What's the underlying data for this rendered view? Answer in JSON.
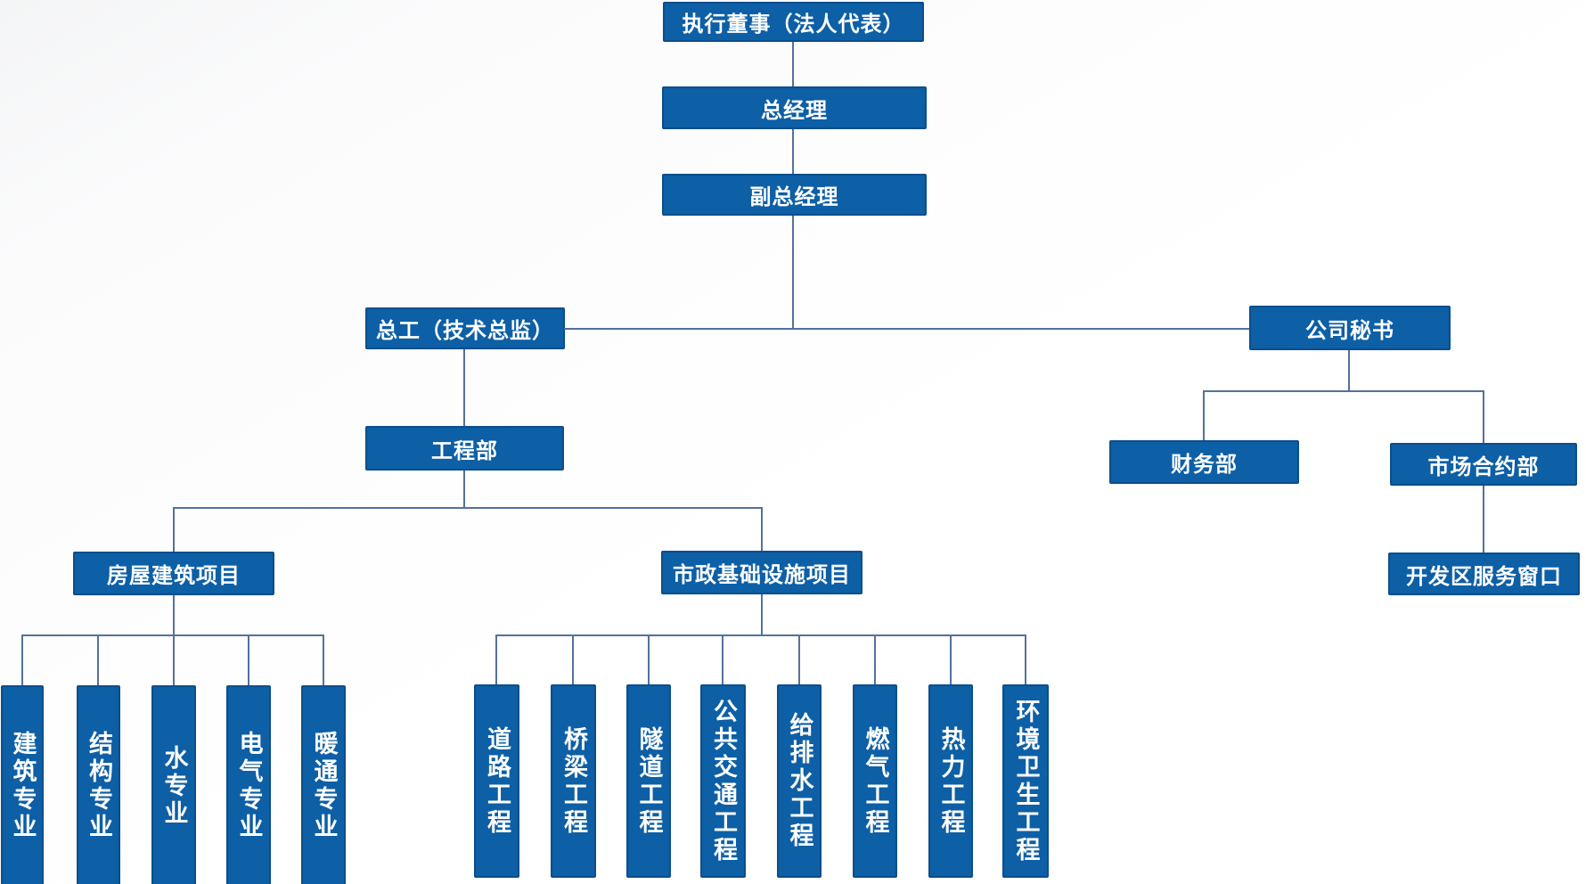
{
  "org": {
    "executive_director": "执行董事（法人代表）",
    "general_manager": "总经理",
    "deputy_general_manager": "副总经理",
    "chief_engineer": "总工（技术总监）",
    "company_secretary": "公司秘书",
    "engineering_department": "工程部",
    "finance_department": "财务部",
    "market_contract_department": "市场合约部",
    "dev_zone_service_window": "开发区服务窗口",
    "building_construction_project": "房屋建筑项目",
    "municipal_infrastructure_project": "市政基础设施项目",
    "building_specialties": [
      "建筑专业",
      "结构专业",
      "水专业",
      "电气专业",
      "暖通专业"
    ],
    "municipal_works": [
      "道路工程",
      "桥梁工程",
      "隧道工程",
      "公共交通工程",
      "给排水工程",
      "燃气工程",
      "热力工程",
      "环境卫生工程"
    ]
  },
  "colors": {
    "node_fill": "#0d5fa6",
    "node_border": "#0c4e8b",
    "node_text": "#ffffff",
    "connector": "#54719c",
    "background": "#fbfbfc"
  }
}
